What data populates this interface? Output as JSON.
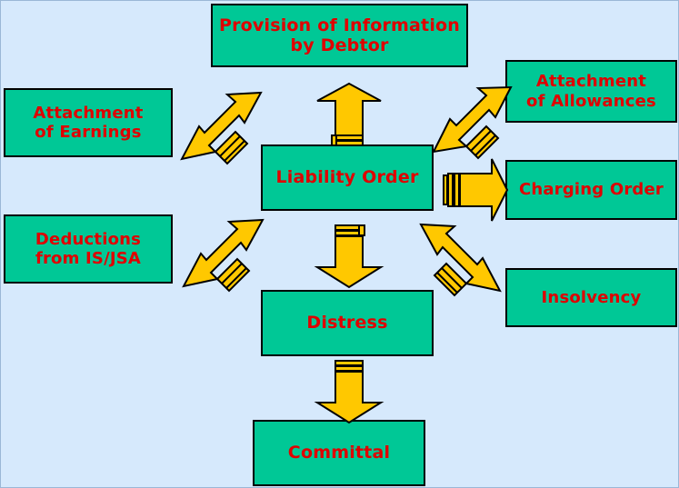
{
  "diagram": {
    "title_text_color": "#e00000",
    "node_fill": "#00c896",
    "node_border": "#000000",
    "arrow_fill": "#ffc800",
    "arrow_border": "#000000",
    "background": "#d6e9fc",
    "nodes": [
      {
        "id": "provision",
        "label": "Provision of Information\nby Debtor"
      },
      {
        "id": "attachment-earnings",
        "label": "Attachment\nof Earnings"
      },
      {
        "id": "attachment-allowances",
        "label": "Attachment\nof Allowances"
      },
      {
        "id": "liability-order",
        "label": "Liability Order"
      },
      {
        "id": "charging-order",
        "label": "Charging Order"
      },
      {
        "id": "deductions-is-jsa",
        "label": "Deductions\nfrom IS/JSA"
      },
      {
        "id": "insolvency",
        "label": "Insolvency"
      },
      {
        "id": "distress",
        "label": "Distress"
      },
      {
        "id": "committal",
        "label": "Committal"
      }
    ],
    "arrows": [
      {
        "id": "up",
        "direction": "up",
        "from": "liability-order",
        "to": "provision"
      },
      {
        "id": "up-left",
        "direction": "up-left",
        "from": "liability-order",
        "to": "attachment-earnings"
      },
      {
        "id": "up-right",
        "direction": "up-right",
        "from": "liability-order",
        "to": "attachment-allowances"
      },
      {
        "id": "right",
        "direction": "right",
        "from": "liability-order",
        "to": "charging-order"
      },
      {
        "id": "down-left",
        "direction": "down-left",
        "from": "liability-order",
        "to": "deductions-is-jsa"
      },
      {
        "id": "down-right",
        "direction": "down-right",
        "from": "liability-order",
        "to": "insolvency"
      },
      {
        "id": "down",
        "direction": "down",
        "from": "liability-order",
        "to": "distress"
      },
      {
        "id": "down-bottom",
        "direction": "down",
        "from": "distress",
        "to": "committal"
      }
    ]
  }
}
